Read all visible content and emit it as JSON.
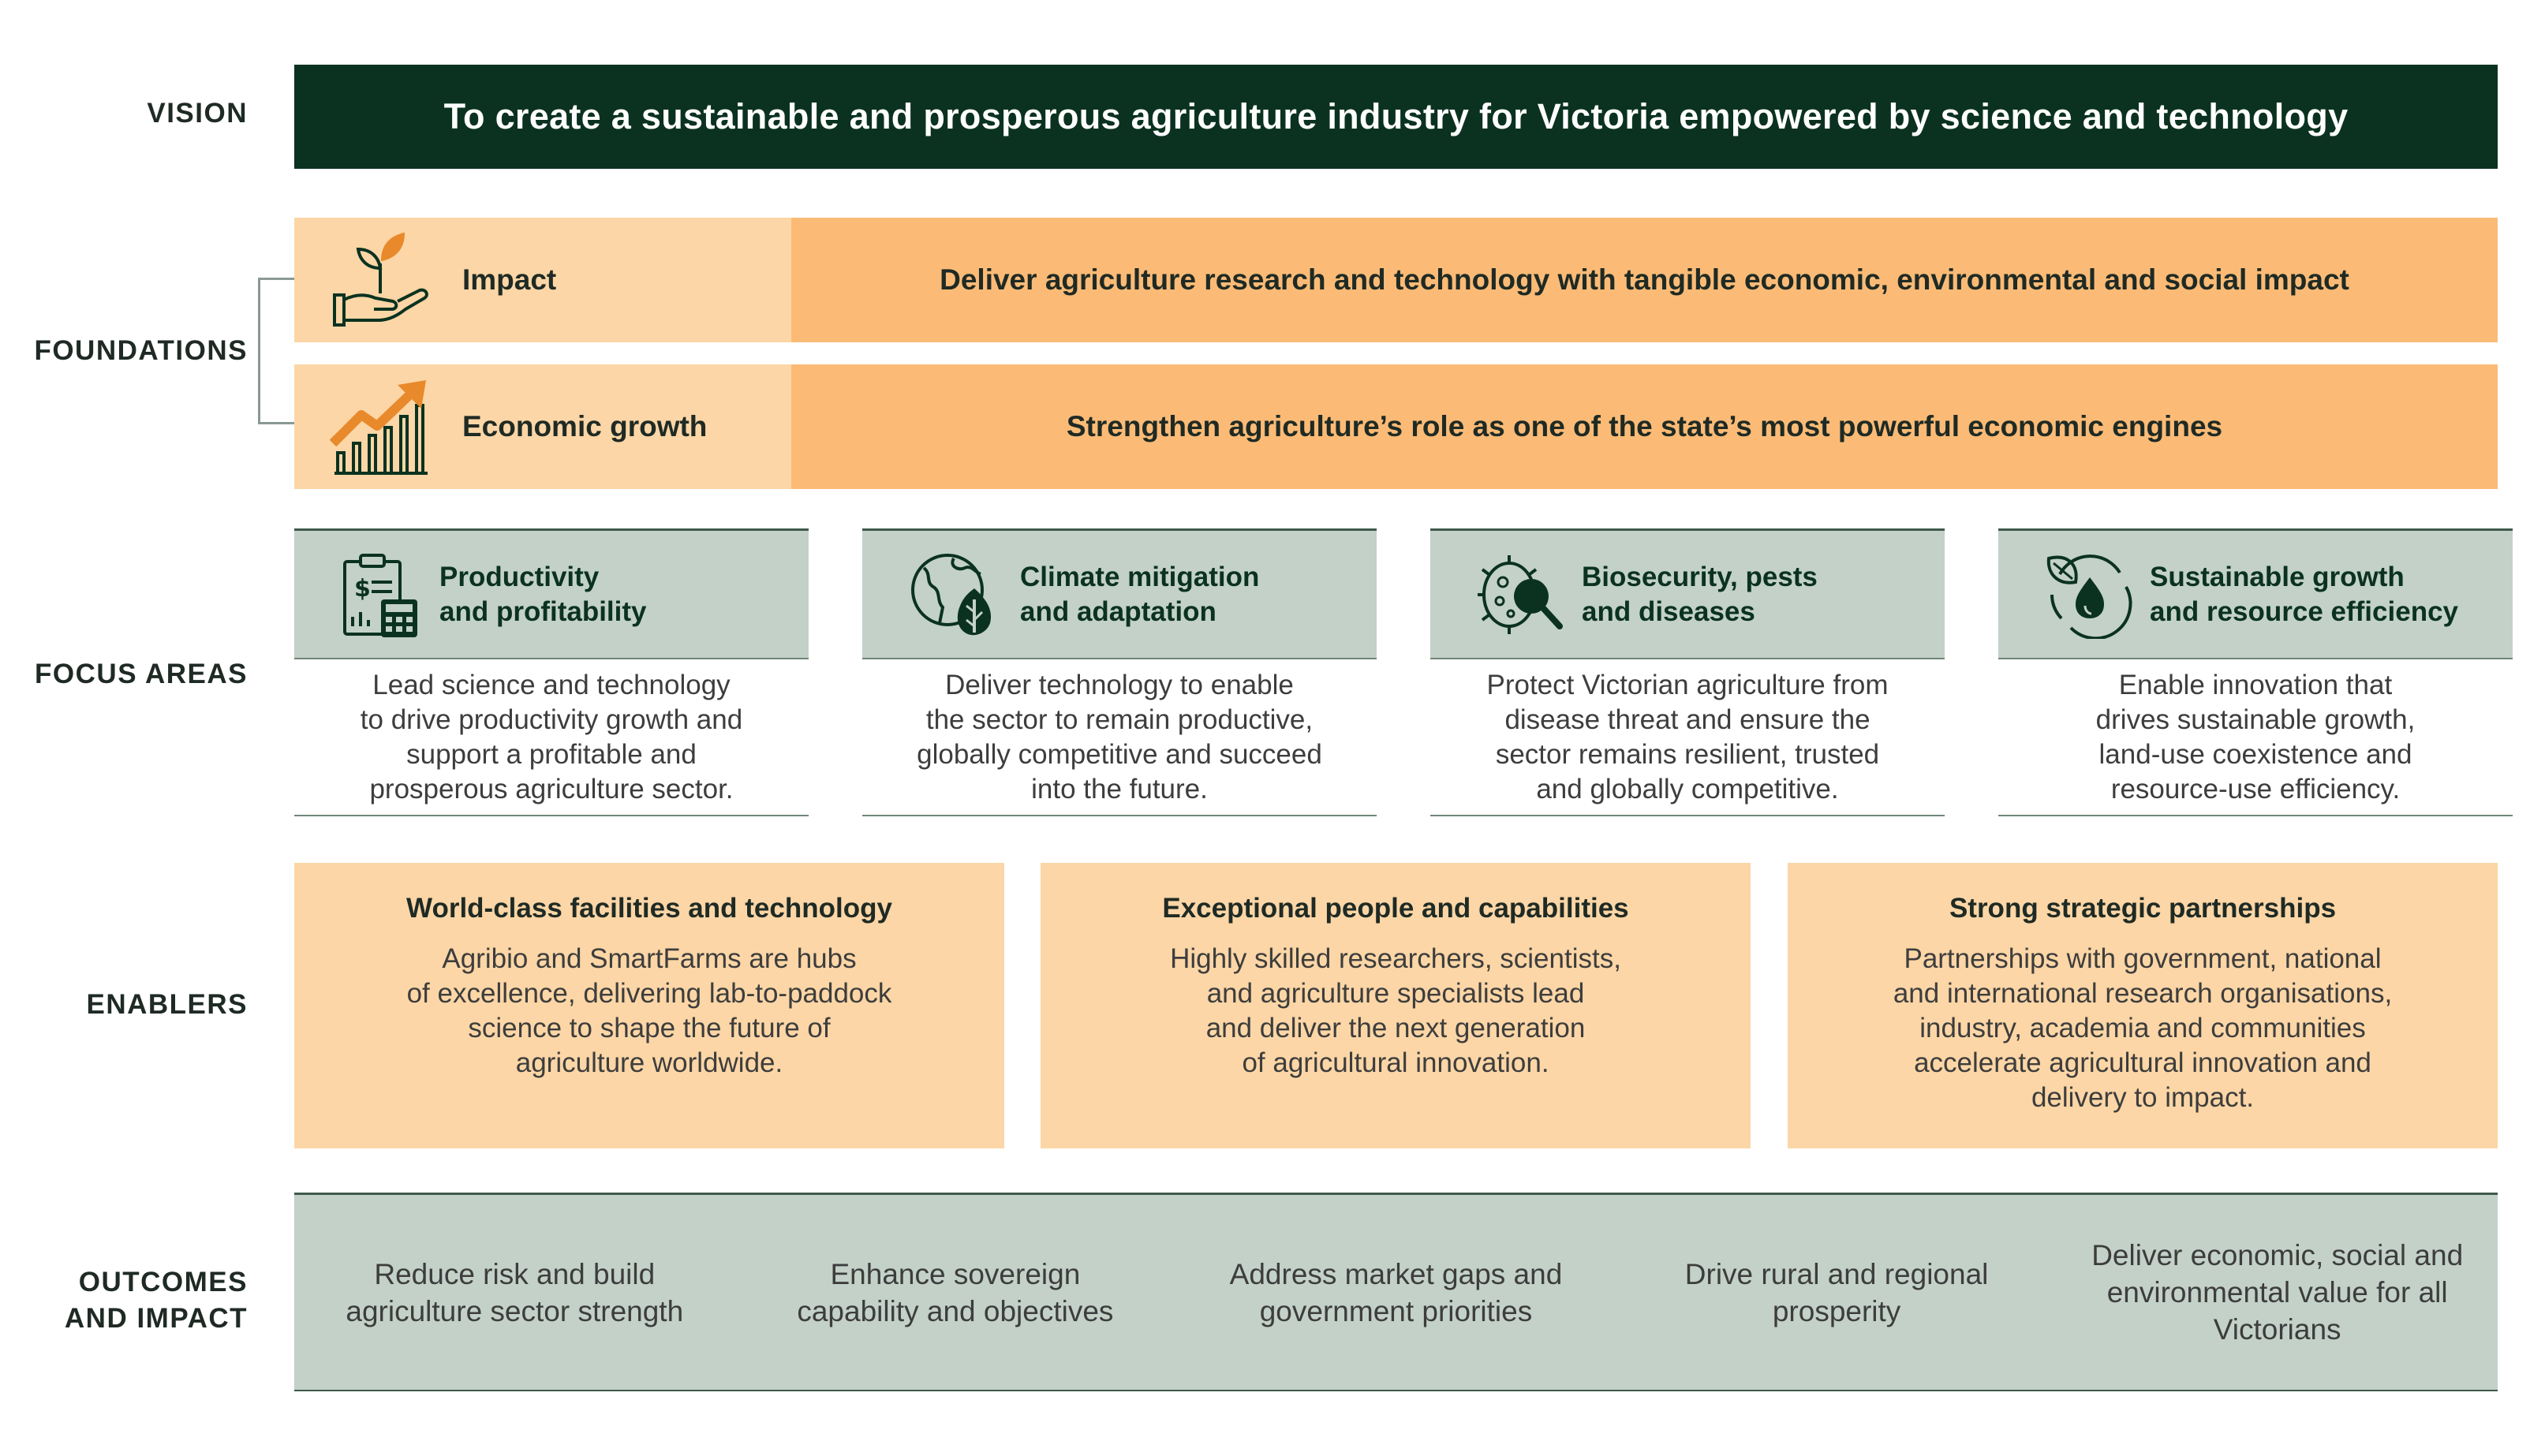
{
  "labels": {
    "vision": "VISION",
    "foundations": "FOUNDATIONS",
    "focus_areas": "FOCUS AREAS",
    "enablers": "ENABLERS",
    "outcomes_line1": "OUTCOMES",
    "outcomes_line2": "AND IMPACT"
  },
  "vision": {
    "text": "To create a sustainable and prosperous agriculture industry for Victoria empowered by science and technology"
  },
  "foundations": [
    {
      "name": "Impact",
      "icon": "hand-sprout-icon",
      "statement": "Deliver agriculture research and technology with tangible economic, environmental and social impact"
    },
    {
      "name": "Economic growth",
      "icon": "growth-chart-icon",
      "statement": "Strengthen agriculture’s role as one of the state’s most powerful economic engines"
    }
  ],
  "focus_areas": [
    {
      "title": "Productivity\nand profitability",
      "icon": "clipboard-calculator-icon",
      "description": "Lead science and technology\nto drive productivity growth and\nsupport a profitable and\nprosperous agriculture sector."
    },
    {
      "title": "Climate mitigation\nand adaptation",
      "icon": "globe-leaf-icon",
      "description": "Deliver technology to enable\nthe sector to remain productive,\nglobally competitive and succeed\ninto the future."
    },
    {
      "title": "Biosecurity, pests\nand diseases",
      "icon": "microbe-magnifier-icon",
      "description": "Protect Victorian agriculture from\ndisease threat and ensure the\nsector remains resilient, trusted\nand globally competitive."
    },
    {
      "title": "Sustainable growth\nand resource efficiency",
      "icon": "leaf-water-drop-icon",
      "description": "Enable innovation that\ndrives sustainable growth,\nland-use coexistence and\nresource-use efficiency."
    }
  ],
  "enablers": [
    {
      "title": "World-class facilities and technology",
      "description": "Agribio and SmartFarms are hubs\nof excellence, delivering lab-to-paddock\nscience to shape the future of\nagriculture worldwide."
    },
    {
      "title": "Exceptional people and capabilities",
      "description": "Highly skilled researchers, scientists,\nand agriculture specialists lead\nand deliver the next generation\nof agricultural innovation."
    },
    {
      "title": "Strong strategic partnerships",
      "description": "Partnerships with government, national\nand international research organisations,\nindustry, academia and communities\naccelerate agricultural innovation and\ndelivery to impact."
    }
  ],
  "outcomes": [
    "Reduce risk and build\nagriculture sector strength",
    "Enhance sovereign\ncapability and objectives",
    "Address market gaps and\ngovernment priorities",
    "Drive rural and regional\nprosperity",
    "Deliver economic, social and\nenvironmental value for all\nVictorians"
  ],
  "colors": {
    "vision_bg": "#0b3220",
    "foundation_light": "#fcd6a6",
    "foundation_dark": "#fbbb76",
    "focus_head": "#c3d1c9",
    "icon_dark": "#0b3220",
    "icon_accent": "#e8892b"
  }
}
